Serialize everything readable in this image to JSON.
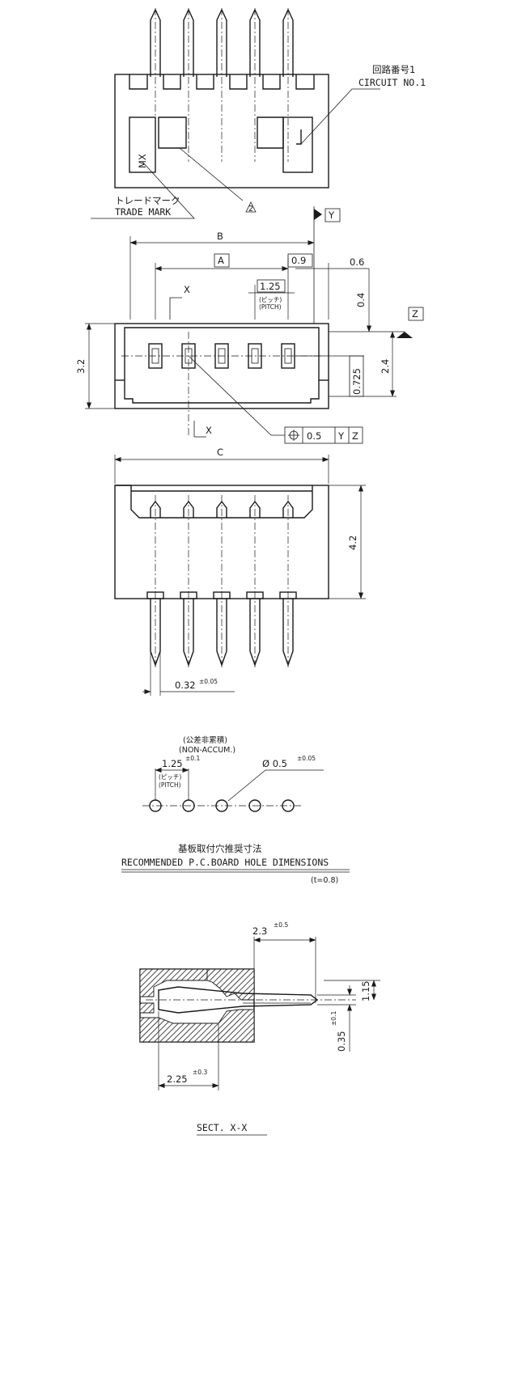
{
  "top_view": {
    "circuit_jp": "回路番号1",
    "circuit_en": "CIRCUIT NO.1",
    "mark_text": "MX",
    "trademark_jp": "トレードマーク",
    "trademark_en": "TRADE MARK",
    "note_number": "2"
  },
  "front_view": {
    "datum_y": "Y",
    "datum_z": "Z",
    "dim_b": "B",
    "dim_a": "A",
    "dim_09": "0.9",
    "dim_06": "0.6",
    "dim_125": "1.25",
    "pitch_jp": "(ピッチ)",
    "pitch_en": "(PITCH)",
    "dim_04": "0.4",
    "dim_32": "3.2",
    "dim_24": "2.4",
    "dim_0725": "0.725",
    "section_x_top": "X",
    "section_x_bottom": "X",
    "tol_value": "0.5",
    "tol_ref_y": "Y",
    "tol_ref_z": "Z"
  },
  "side_view": {
    "dim_c": "C",
    "dim_42": "4.2",
    "dim_032": "0.32",
    "dim_032_tol": "±0.05"
  },
  "pcb_layout": {
    "non_accum_jp": "(公差非累積)",
    "non_accum_en": "(NON-ACCUM.)",
    "pitch_value": "1.25",
    "pitch_tol": "±0.1",
    "pitch_jp": "(ピッチ)",
    "pitch_en": "(PITCH)",
    "hole_dia": "Ø 0.5",
    "hole_tol": "±0.05",
    "title_jp": "基板取付穴推奨寸法",
    "title_en": "RECOMMENDED P.C.BOARD HOLE DIMENSIONS",
    "thickness": "(t=0.8)"
  },
  "section": {
    "dim_23": "2.3",
    "dim_23_tol": "±0.5",
    "dim_115": "1.15",
    "dim_035": "0.35",
    "dim_035_tol": "±0.1",
    "dim_225": "2.25",
    "dim_225_tol": "±0.3",
    "title": "SECT. X-X"
  }
}
